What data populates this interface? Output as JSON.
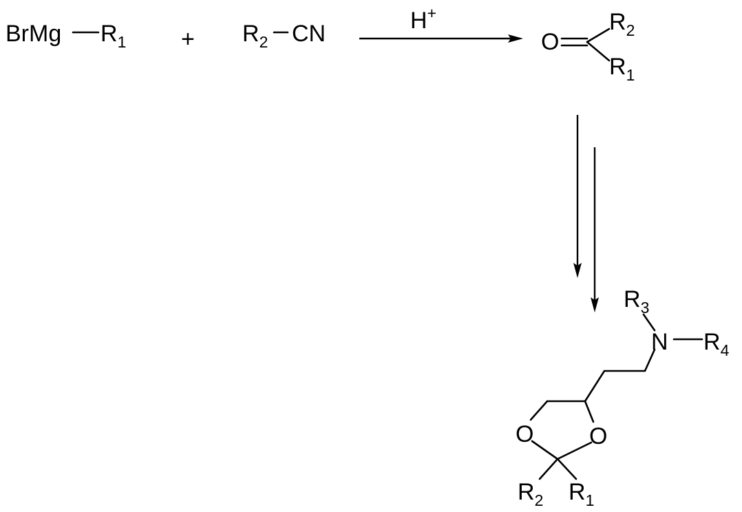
{
  "reagents": {
    "grignard": {
      "prefix": "BrMg",
      "r": "R",
      "r_sub": "1"
    },
    "plus": "+",
    "nitrile": {
      "r": "R",
      "r_sub": "2",
      "group": "CN"
    }
  },
  "arrow_condition": {
    "text": "H",
    "superscript": "+"
  },
  "ketone": {
    "oxygen": "O",
    "r_top": "R",
    "r_top_sub": "2",
    "r_bottom": "R",
    "r_bottom_sub": "1"
  },
  "product": {
    "nitrogen": "N",
    "r3": "R",
    "r3_sub": "3",
    "r4": "R",
    "r4_sub": "4",
    "oxygen_left": "O",
    "oxygen_right": "O",
    "r2": "R",
    "r2_sub": "2",
    "r1": "R",
    "r1_sub": "1"
  }
}
